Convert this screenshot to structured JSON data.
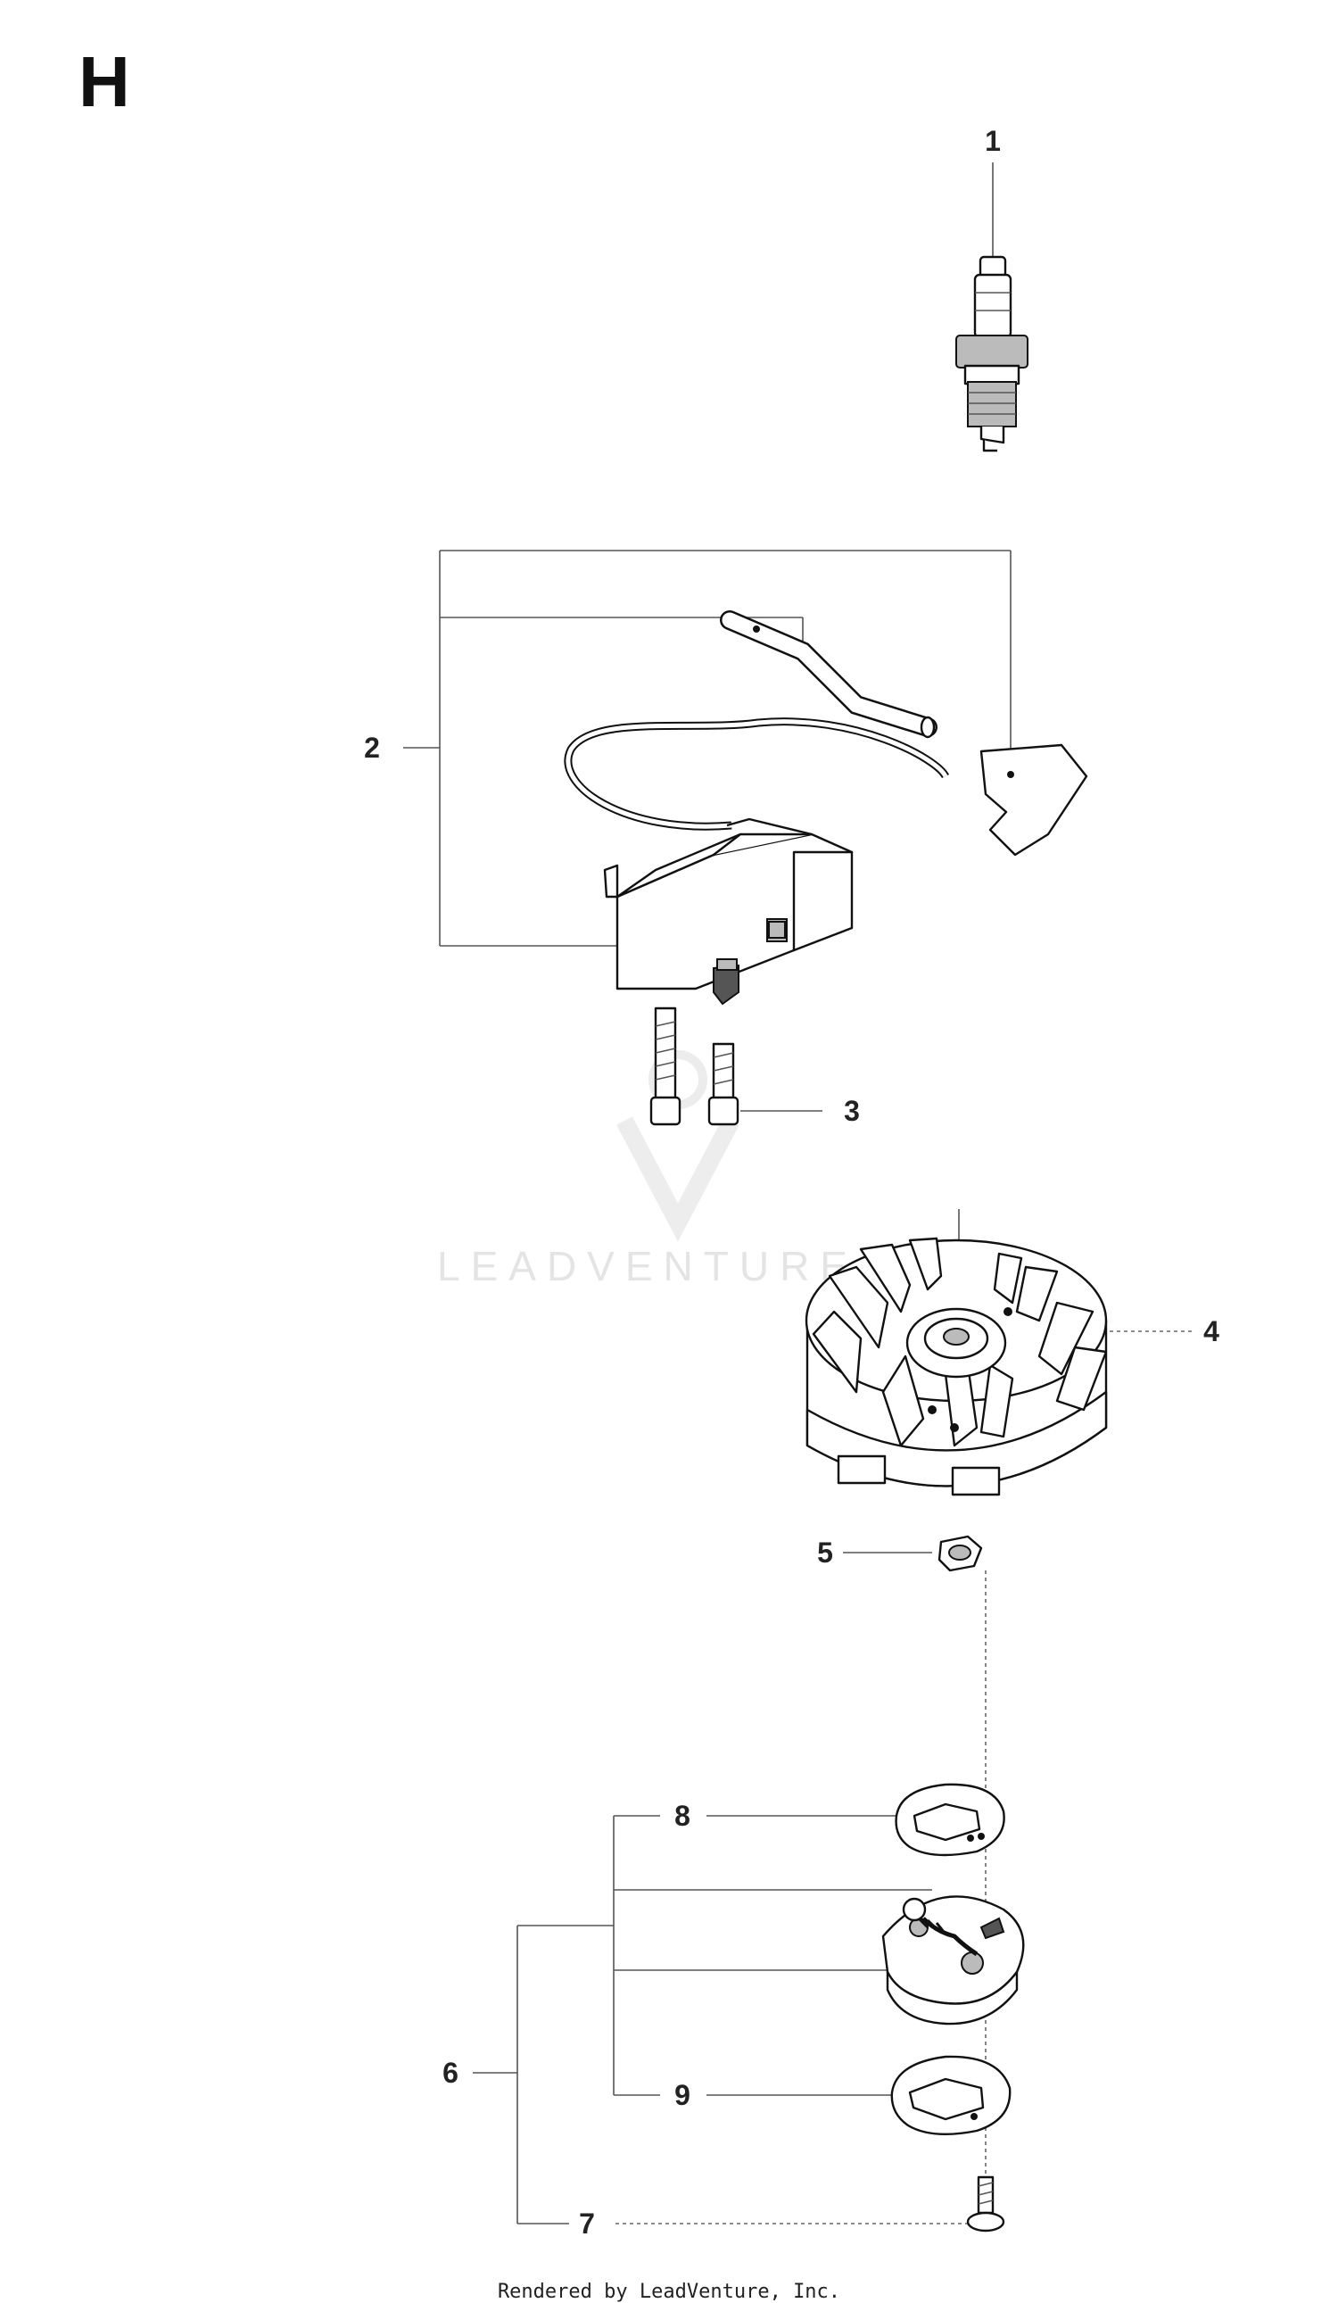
{
  "section_letter": "H",
  "footer": "Rendered by LeadVenture, Inc.",
  "watermark": "LEADVENTURE",
  "callouts": {
    "c1": "1",
    "c2": "2",
    "c3": "3",
    "c4": "4",
    "c5": "5",
    "c6": "6",
    "c7": "7",
    "c8": "8",
    "c9": "9"
  },
  "icons": {
    "spark_plug": "spark-plug-icon",
    "ignition_module": "ignition-module-icon",
    "screw": "screw-icon",
    "flywheel": "flywheel-icon",
    "nut": "nut-icon",
    "clutch": "clutch-icon",
    "washer": "washer-icon"
  }
}
